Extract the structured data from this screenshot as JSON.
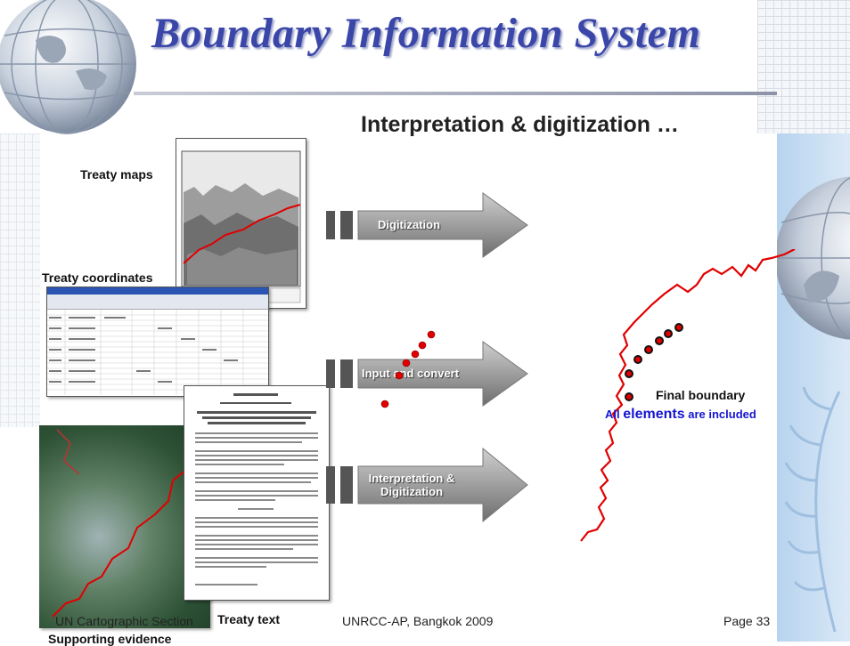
{
  "title": "Boundary Information System",
  "subtitle": "Interpretation & digitization …",
  "sources": {
    "treaty_maps": "Treaty maps",
    "treaty_coordinates": "Treaty coordinates",
    "treaty_text": "Treaty text",
    "supporting_evidence": "Supporting evidence"
  },
  "arrows": [
    {
      "label": "Digitization"
    },
    {
      "label": "Input and convert"
    },
    {
      "label": "Interpretation &\nDigitization"
    }
  ],
  "result": {
    "final_boundary": "Final boundary",
    "all_prefix": "All",
    "elements_word": "elements",
    "all_suffix": "are included"
  },
  "footer": {
    "left": "UN Cartographic Section",
    "center": "UNRCC-AP, Bangkok 2009",
    "right": "Page 33"
  },
  "colors": {
    "title": "#3a46a8",
    "boundary_line": "#e00000",
    "emphasis_blue": "#1515d0",
    "arrow_gray": "#8a8a8a"
  }
}
